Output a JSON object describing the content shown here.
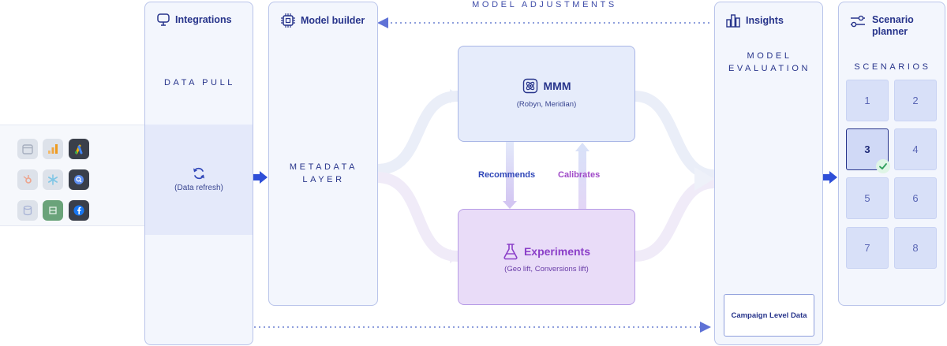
{
  "top_label": "MODEL ADJUSTMENTS",
  "integrations": {
    "title": "Integrations",
    "section": "DATA PULL",
    "refresh": "(Data refresh)"
  },
  "model_builder": {
    "title": "Model builder",
    "layer_line1": "METADATA",
    "layer_line2": "LAYER"
  },
  "mmm": {
    "title": "MMM",
    "subtitle": "(Robyn, Meridian)"
  },
  "experiments": {
    "title": "Experiments",
    "subtitle": "(Geo lift, Conversions lift)"
  },
  "flow": {
    "recommends": "Recommends",
    "calibrates": "Calibrates"
  },
  "insights": {
    "title": "Insights",
    "eval_line1": "MODEL",
    "eval_line2": "EVALUATION",
    "campaign": "Campaign Level Data"
  },
  "scenario_planner": {
    "title_line1": "Scenario",
    "title_line2": "planner",
    "section": "SCENARIOS",
    "tiles": [
      "1",
      "2",
      "3",
      "4",
      "5",
      "6",
      "7",
      "8"
    ],
    "selected": "3"
  },
  "data_sources": [
    {
      "icon": "calendar-icon",
      "state": "faded"
    },
    {
      "icon": "google-analytics-icon",
      "state": "faded"
    },
    {
      "icon": "google-ads-icon",
      "state": "dark"
    },
    {
      "icon": "hubspot-icon",
      "state": "faded"
    },
    {
      "icon": "snowflake-icon",
      "state": "faded"
    },
    {
      "icon": "bigquery-icon",
      "state": "dark"
    },
    {
      "icon": "database-icon",
      "state": "faded"
    },
    {
      "icon": "sheets-icon",
      "state": "faded"
    },
    {
      "icon": "facebook-icon",
      "state": "dark"
    }
  ],
  "colors": {
    "accent_blue": "#27348b",
    "arrow_blue": "#2f4fd8",
    "dotted_line": "#8f9fdc",
    "panel_bg": "#f3f6fd",
    "panel_border": "#b9c4ea",
    "mmm_bg": "#e6ecfb",
    "experiments_bg": "#e9dcf8",
    "experiments_text": "#8b3fc8",
    "calibrates_text": "#a04ac8",
    "recommends_text": "#2f46b8"
  }
}
